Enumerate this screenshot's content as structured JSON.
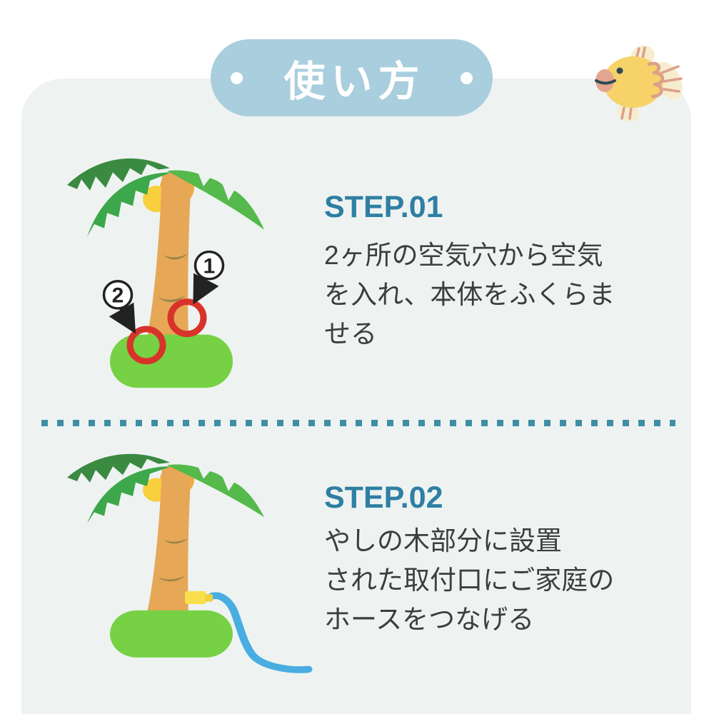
{
  "header": {
    "title": "使い方"
  },
  "icons": {
    "fish": "goldfish-icon",
    "tree": "palm-tree-icon"
  },
  "steps": [
    {
      "label": "STEP.01",
      "lines": [
        "2ヶ所の空気穴から空気",
        "を入れ、本体をふくらま",
        "せる"
      ],
      "annotations": [
        {
          "number": "1"
        },
        {
          "number": "2"
        }
      ]
    },
    {
      "label": "STEP.02",
      "lines": [
        "やしの木部分に設置",
        "された取付口にご家庭の",
        "ホースをつなげる"
      ]
    }
  ],
  "palette": {
    "page_bg": "#ffffff",
    "panel_bg": "#eef3f1",
    "pill_blue": "#a9cede",
    "title_text": "#ffffff",
    "step_label": "#2e7fa3",
    "body_text": "#3d3d3d",
    "divider": "#3e8fa5",
    "annotation_ink": "#222222",
    "air_hole_red": "#d8332b",
    "frond_dark": "#3a8a42",
    "frond_mid": "#3ca74b",
    "frond_light": "#55b94b",
    "trunk": "#e6a757",
    "trunk_ring": "#98834a",
    "base_green": "#77d145",
    "coconut_orange": "#f5a843",
    "coconut_yellow": "#f8cf3d",
    "hose_blue": "#49ade2",
    "connector_yellow": "#f9df4b",
    "fish_body": "#f6d269",
    "fish_fin": "#f7eccd",
    "fish_accent": "#dc9f8c",
    "fish_lip": "#e3a58f"
  }
}
